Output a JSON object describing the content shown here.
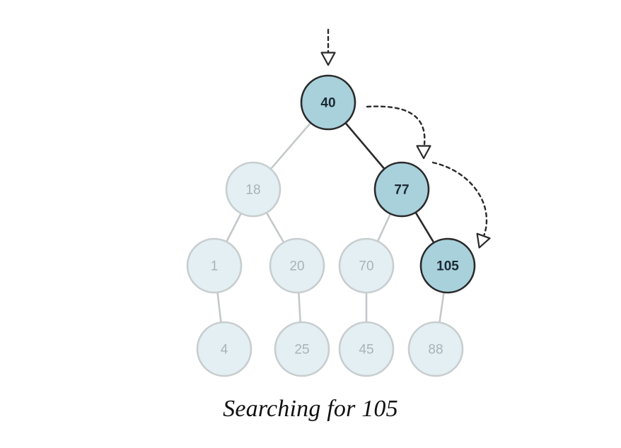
{
  "caption": "Searching for 105",
  "colors": {
    "active_fill": "#a8d1dc",
    "active_stroke": "#2a2a2a",
    "active_text": "#1c2a33",
    "inactive_fill": "#e3eff2",
    "inactive_stroke": "#c8cdcf",
    "inactive_text": "#a9b3b7",
    "active_edge": "#2a2a2a",
    "inactive_edge": "#c4c8ca",
    "search_arrow": "#2a2a2a"
  },
  "tree": {
    "nodes": [
      {
        "id": "n40",
        "value": "40",
        "active": true
      },
      {
        "id": "n18",
        "value": "18",
        "active": false
      },
      {
        "id": "n77",
        "value": "77",
        "active": true
      },
      {
        "id": "n1",
        "value": "1",
        "active": false
      },
      {
        "id": "n20",
        "value": "20",
        "active": false
      },
      {
        "id": "n70",
        "value": "70",
        "active": false
      },
      {
        "id": "n105",
        "value": "105",
        "active": true
      },
      {
        "id": "n4",
        "value": "4",
        "active": false
      },
      {
        "id": "n25",
        "value": "25",
        "active": false
      },
      {
        "id": "n45",
        "value": "45",
        "active": false
      },
      {
        "id": "n88",
        "value": "88",
        "active": false
      }
    ],
    "edges": [
      {
        "from": "n40",
        "to": "n18",
        "active": false
      },
      {
        "from": "n40",
        "to": "n77",
        "active": true
      },
      {
        "from": "n18",
        "to": "n1",
        "active": false
      },
      {
        "from": "n18",
        "to": "n20",
        "active": false
      },
      {
        "from": "n77",
        "to": "n70",
        "active": false
      },
      {
        "from": "n77",
        "to": "n105",
        "active": true
      },
      {
        "from": "n1",
        "to": "n4",
        "active": false
      },
      {
        "from": "n20",
        "to": "n25",
        "active": false
      },
      {
        "from": "n70",
        "to": "n45",
        "active": false
      },
      {
        "from": "n105",
        "to": "n88",
        "active": false
      }
    ],
    "search_path": [
      "n40",
      "n77",
      "n105"
    ]
  }
}
